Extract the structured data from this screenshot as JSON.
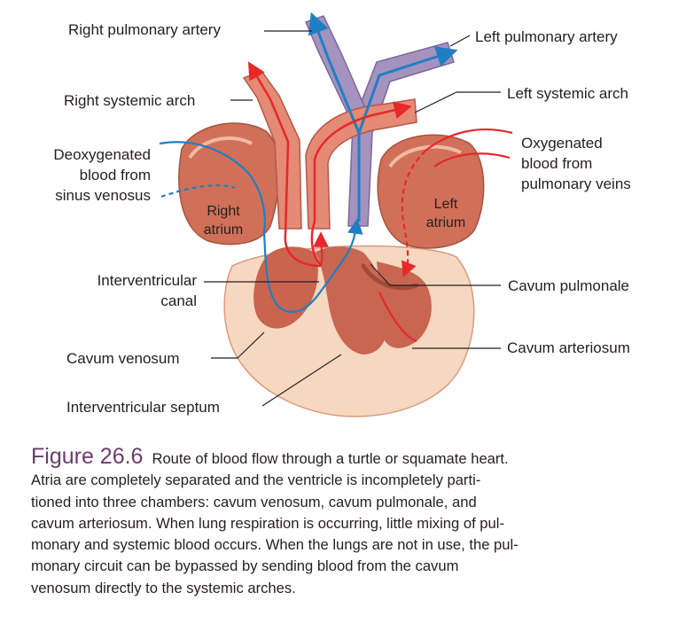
{
  "labels": {
    "right_pulmonary_artery": "Right pulmonary artery",
    "left_pulmonary_artery": "Left pulmonary artery",
    "right_systemic_arch": "Right systemic arch",
    "left_systemic_arch": "Left systemic arch",
    "deoxygenated": [
      "Deoxygenated",
      "blood from",
      "sinus venosus"
    ],
    "oxygenated": [
      "Oxygenated",
      "blood from",
      "pulmonary veins"
    ],
    "right_atrium": [
      "Right",
      "atrium"
    ],
    "left_atrium": [
      "Left",
      "atrium"
    ],
    "interventricular_canal": [
      "Interventricular",
      "canal"
    ],
    "cavum_pulmonale": "Cavum pulmonale",
    "cavum_venosum": "Cavum venosum",
    "cavum_arteriosum": "Cavum arteriosum",
    "interventricular_septum": "Interventricular septum"
  },
  "caption": {
    "figure_number": "Figure 26.6",
    "lines": [
      "Route of blood flow through a turtle or squamate heart.",
      "Atria are completely separated and the ventricle is incompletely parti-",
      "tioned into three chambers: cavum venosum, cavum pulmonale, and",
      "cavum arteriosum. When lung respiration is occurring, little mixing of pul-",
      "monary and systemic blood occurs. When the lungs are not in use, the pul-",
      "monary circuit can be bypassed by sending blood from the cavum",
      "venosum directly to the systemic arches."
    ]
  },
  "colors": {
    "oxygenated_flow": "#e8272b",
    "deoxygenated_flow": "#1f7fc4",
    "heart_tissue": "#cf6f58",
    "ventricle_wall": "#f6d7c0",
    "pulmonary_vessel": "#9a86b4",
    "figure_number": "#6d3a6e"
  }
}
